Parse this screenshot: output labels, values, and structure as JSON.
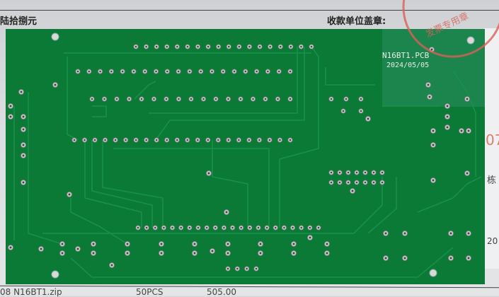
{
  "paper": {
    "amount_text": "陆拾捌元",
    "stamp_label": "收款单位盖章:",
    "right_fragments": [
      "07",
      "栋",
      "20"
    ],
    "bottom_text": "08 N16BT1.zip",
    "bottom_values": [
      "50PCS",
      "505.00"
    ]
  },
  "pcb": {
    "silkscreen_name": "N16BT1.PCB",
    "silkscreen_date": "2024/05/05",
    "board_color": "#0b7a37",
    "trace_color": "#17914a",
    "pad_color": "#c9ccc8"
  },
  "stamp": {
    "text": "发票专用章",
    "color": "#d9605a"
  }
}
